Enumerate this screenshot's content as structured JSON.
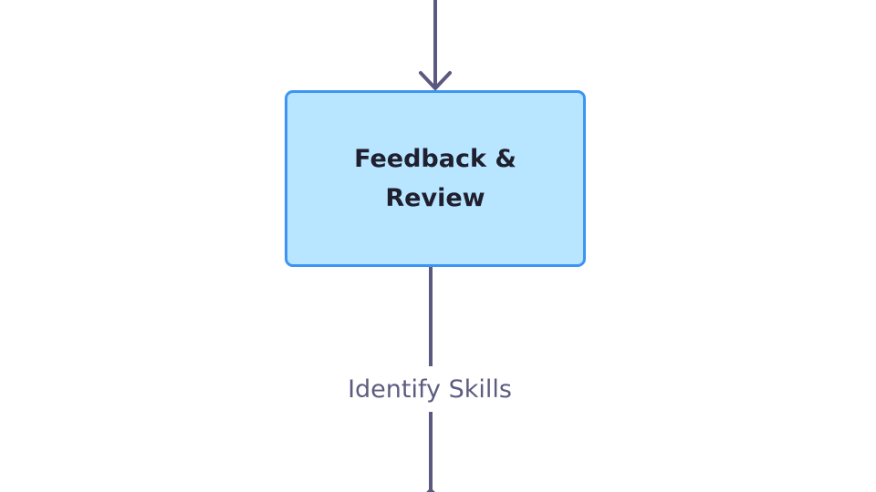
{
  "diagram": {
    "nodes": [
      {
        "id": "feedback-review",
        "label": "Feedback & Review"
      }
    ],
    "edges": [
      {
        "from": "",
        "to": "feedback-review",
        "label": ""
      },
      {
        "from": "feedback-review",
        "to": "",
        "label": "Identify Skills"
      }
    ]
  },
  "colors": {
    "node_fill": "#b8e5ff",
    "node_border": "#3d94f2",
    "edge_line": "#5c5980",
    "edge_label": "#5c5c80",
    "node_text": "#1f1f2e"
  }
}
